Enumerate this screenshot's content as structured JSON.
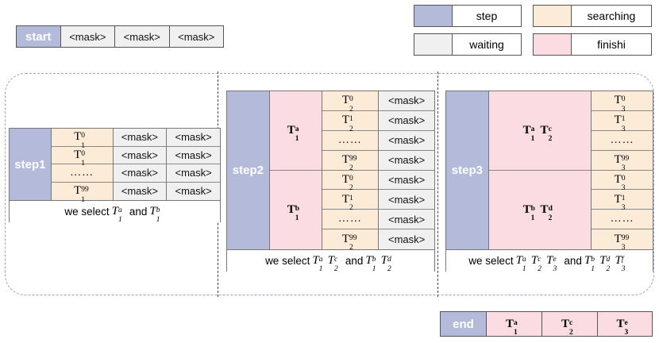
{
  "legend": {
    "items": [
      {
        "id": "step",
        "label": "step",
        "color": "#b3bada"
      },
      {
        "id": "searching",
        "label": "searching",
        "color": "#fcebd6"
      },
      {
        "id": "waiting",
        "label": "waiting",
        "color": "#f0f0f0"
      },
      {
        "id": "finishi",
        "label": "finishi",
        "color": "#fbdce2"
      }
    ]
  },
  "start_bar": {
    "label": "start",
    "cells": [
      "<mask>",
      "<mask>",
      "<mask>"
    ]
  },
  "end_bar": {
    "label": "end",
    "cells": [
      {
        "base": "T",
        "sub": "1",
        "sup": "a"
      },
      {
        "base": "T",
        "sub": "2",
        "sup": "c"
      },
      {
        "base": "T",
        "sub": "3",
        "sup": "e"
      }
    ]
  },
  "steps": [
    {
      "id": "step1",
      "label": "step1",
      "caption_prefix": "we select",
      "caption_tokens": [
        {
          "text": "T",
          "sub": "1",
          "sup": "a"
        },
        {
          "text": "and"
        },
        {
          "text": "T",
          "sub": "1",
          "sup": "b"
        }
      ],
      "rows": [
        {
          "token": {
            "base": "T",
            "sub": "1",
            "sup": "0"
          },
          "masks": [
            "<mask>",
            "<mask>"
          ]
        },
        {
          "token": {
            "base": "T",
            "sub": "1",
            "sup": "0"
          },
          "masks": [
            "<mask>",
            "<mask>"
          ]
        },
        {
          "token": {
            "ellipsis": "……"
          },
          "masks": [
            "<mask>",
            "<mask>"
          ]
        },
        {
          "token": {
            "base": "T",
            "sub": "1",
            "sup": "99"
          },
          "masks": [
            "<mask>",
            "<mask>"
          ]
        }
      ]
    },
    {
      "id": "step2",
      "label": "step2",
      "caption_prefix": "we select",
      "caption_tokens": [
        {
          "text": "T",
          "sub": "1",
          "sup": "a"
        },
        {
          "text": "T",
          "sub": "2",
          "sup": "c"
        },
        {
          "text": "and"
        },
        {
          "text": "T",
          "sub": "1",
          "sup": "b"
        },
        {
          "text": "T",
          "sub": "2",
          "sup": "d"
        }
      ],
      "groups": [
        {
          "header": [
            {
              "base": "T",
              "sub": "1",
              "sup": "a"
            }
          ],
          "rows": [
            {
              "token": {
                "base": "T",
                "sub": "2",
                "sup": "0"
              },
              "mask": "<mask>"
            },
            {
              "token": {
                "base": "T",
                "sub": "2",
                "sup": "1"
              },
              "mask": "<mask>"
            },
            {
              "token": {
                "ellipsis": "……"
              },
              "mask": "<mask>"
            },
            {
              "token": {
                "base": "T",
                "sub": "2",
                "sup": "99"
              },
              "mask": "<mask>"
            }
          ]
        },
        {
          "header": [
            {
              "base": "T",
              "sub": "1",
              "sup": "b"
            }
          ],
          "rows": [
            {
              "token": {
                "base": "T",
                "sub": "2",
                "sup": "0"
              },
              "mask": "<mask>"
            },
            {
              "token": {
                "base": "T",
                "sub": "2",
                "sup": "1"
              },
              "mask": "<mask>"
            },
            {
              "token": {
                "ellipsis": "……"
              },
              "mask": "<mask>"
            },
            {
              "token": {
                "base": "T",
                "sub": "2",
                "sup": "99"
              },
              "mask": "<mask>"
            }
          ]
        }
      ]
    },
    {
      "id": "step3",
      "label": "step3",
      "caption_prefix": "we select",
      "caption_tokens": [
        {
          "text": "T",
          "sub": "1",
          "sup": "a"
        },
        {
          "text": "T",
          "sub": "2",
          "sup": "c"
        },
        {
          "text": "T",
          "sub": "3",
          "sup": "e"
        },
        {
          "text": "and"
        },
        {
          "text": "T",
          "sub": "1",
          "sup": "b"
        },
        {
          "text": "T",
          "sub": "2",
          "sup": "d"
        },
        {
          "text": "T",
          "sub": "3",
          "sup": "f"
        }
      ],
      "groups": [
        {
          "header": [
            {
              "base": "T",
              "sub": "1",
              "sup": "a"
            },
            {
              "base": "T",
              "sub": "2",
              "sup": "c"
            }
          ],
          "rows": [
            {
              "token": {
                "base": "T",
                "sub": "3",
                "sup": "0"
              }
            },
            {
              "token": {
                "base": "T",
                "sub": "3",
                "sup": "1"
              }
            },
            {
              "token": {
                "ellipsis": "……"
              }
            },
            {
              "token": {
                "base": "T",
                "sub": "3",
                "sup": "99"
              }
            }
          ]
        },
        {
          "header": [
            {
              "base": "T",
              "sub": "1",
              "sup": "b"
            },
            {
              "base": "T",
              "sub": "2",
              "sup": "d"
            }
          ],
          "rows": [
            {
              "token": {
                "base": "T",
                "sub": "3",
                "sup": "0"
              }
            },
            {
              "token": {
                "base": "T",
                "sub": "3",
                "sup": "1"
              }
            },
            {
              "token": {
                "ellipsis": "……"
              }
            },
            {
              "token": {
                "base": "T",
                "sub": "3",
                "sup": "99"
              }
            }
          ]
        }
      ]
    }
  ],
  "colors": {
    "step": "#b3bada",
    "searching": "#fcebd6",
    "waiting": "#f0f0f0",
    "finishi": "#fbdce2",
    "outline": "#8fa6d8",
    "separator": "#444444",
    "border": "#777777"
  }
}
